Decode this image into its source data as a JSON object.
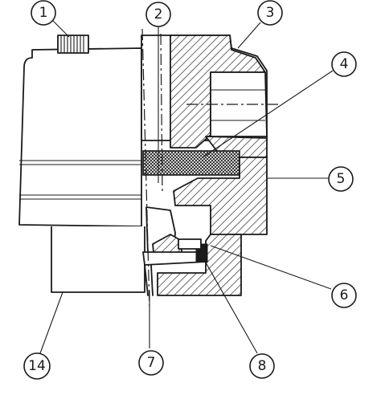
{
  "callouts": [
    {
      "id": "callout-1",
      "label": "1"
    },
    {
      "id": "callout-2",
      "label": "2"
    },
    {
      "id": "callout-3",
      "label": "3"
    },
    {
      "id": "callout-4",
      "label": "4"
    },
    {
      "id": "callout-5",
      "label": "5"
    },
    {
      "id": "callout-6",
      "label": "6"
    },
    {
      "id": "callout-7",
      "label": "7"
    },
    {
      "id": "callout-8",
      "label": "8"
    },
    {
      "id": "callout-14",
      "label": "14"
    }
  ]
}
